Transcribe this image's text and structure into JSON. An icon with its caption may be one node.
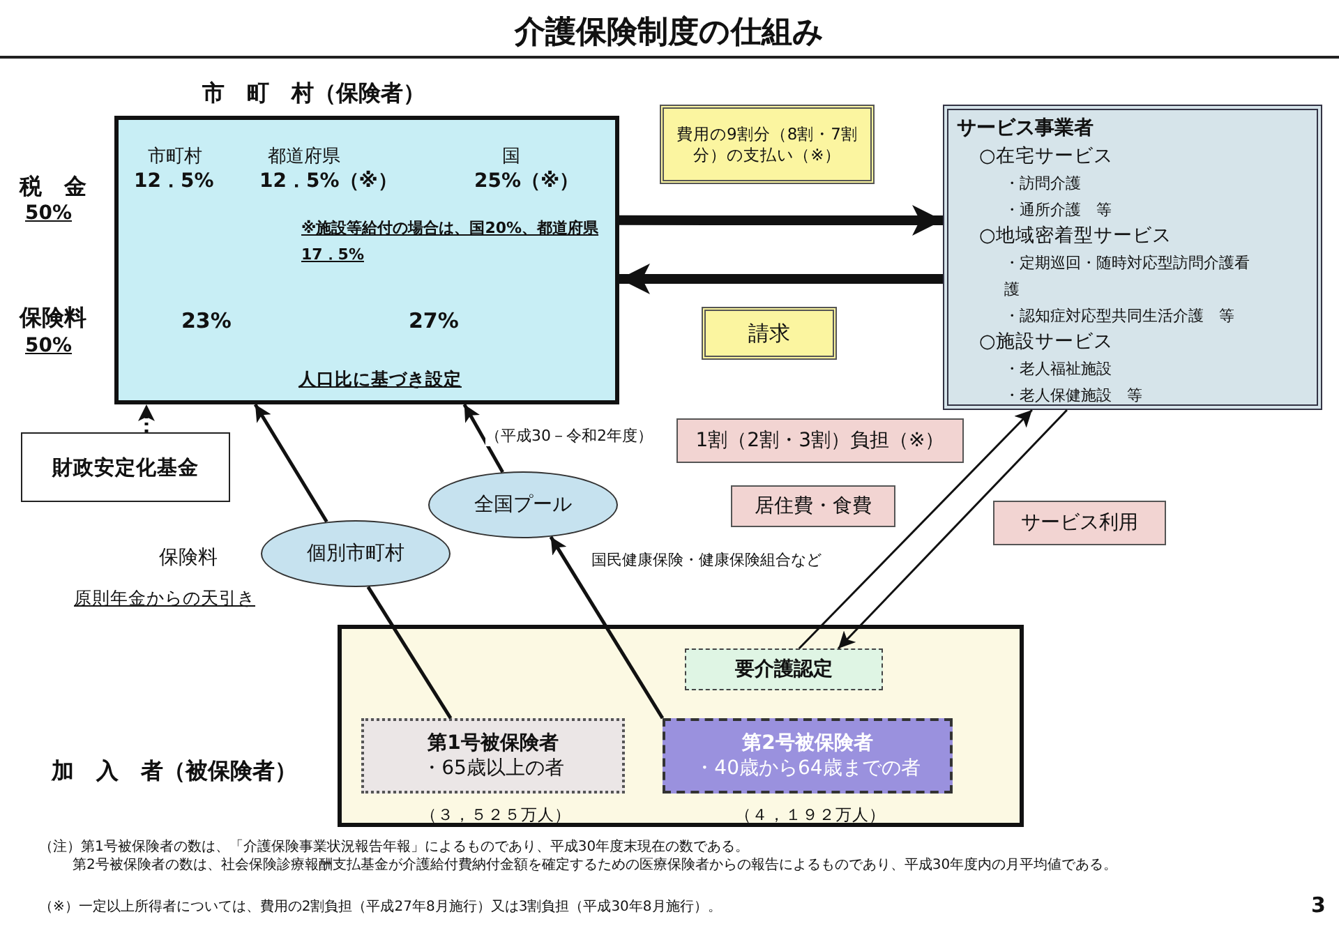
{
  "diagram": {
    "title": "介護保険制度の仕組み",
    "nodes": [
      {
        "text": [
          "市　町　村（保険者）"
        ]
      },
      {
        "text": [
          "財政安定化基金"
        ]
      },
      {
        "text": [
          "サービス事業者",
          "○在宅サービス",
          "・訪問介護",
          "・通所介護　等",
          "○地域密着型サービス",
          "・定期巡回・随時対応型訪問介護看護",
          "・認知症対応型共同生活介護　等",
          "○施設サービス",
          "・老人福祉施設",
          "・老人保健施設　等"
        ]
      },
      {
        "text": [
          "全国プール"
        ]
      },
      {
        "text": [
          "個別市町村"
        ]
      },
      {
        "text": [
          "加　入　者（被保険者）"
        ]
      },
      {
        "text": [
          "要介護認定"
        ],
        "in": 5
      },
      {
        "text": [
          "第1号被保険者",
          "・65歳以上の者"
        ],
        "in": 5,
        "beside": [
          "（３，５２５万人）"
        ]
      },
      {
        "text": [
          "第2号被保険者",
          "・40歳から64歳までの者"
        ],
        "in": 5,
        "beside": [
          "（４，１９２万人）"
        ]
      }
    ],
    "edges": [
      {
        "from": 0,
        "to": 2,
        "arrow": "to",
        "style": "thick",
        "label": "費用の9割分（8割・7割分）の支払い（※）"
      },
      {
        "from": 2,
        "to": 0,
        "arrow": "to",
        "style": "thick",
        "label": "請求"
      },
      {
        "from": 1,
        "to": 0,
        "arrow": "to",
        "style": "dashed"
      },
      {
        "from": 7,
        "to": 4,
        "arrow": "none"
      },
      {
        "from": 4,
        "to": 0,
        "arrow": "to"
      },
      {
        "from": 8,
        "to": 3,
        "arrow": "to",
        "label": "国民健康保険・健康保険組合など"
      },
      {
        "from": 3,
        "to": 0,
        "arrow": "to",
        "label": "（平成30－令和2年度）"
      },
      {
        "from": 6,
        "to": 2,
        "arrow": "to",
        "label": "1割（2割・3割）負担（※）"
      },
      {
        "from": 2,
        "to": 6,
        "arrow": "to",
        "label": "サービス利用"
      }
    ],
    "labels": [
      "税　金",
      "50%",
      "保険料",
      "50%",
      "市町村",
      "12．5%",
      "都道府県",
      "12．5%（※）",
      "国",
      "25%（※）",
      "※施設等給付の場合は、国20%、都道府県17．5%",
      "23%",
      "27%",
      "人口比に基づき設定",
      "居住費・食費",
      "保険料",
      "原則年金からの天引き",
      "（注）第1号被保険者の数は、「介護保険事業状況報告年報」によるものであり、平成30年度末現在の数である。",
      "第2号被保険者の数は、社会保険診療報酬支払基金が介護給付費納付金額を確定するための医療保険者からの報告によるものであり、平成30年度内の月平均値である。",
      "（※）一定以上所得者については、費用の2割負担（平成27年8月施行）又は3割負担（平成30年8月施行）。",
      "3"
    ]
  }
}
